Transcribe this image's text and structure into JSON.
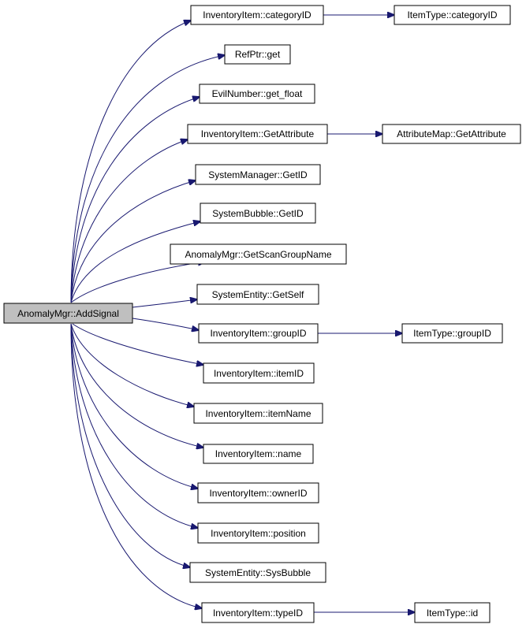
{
  "graph": {
    "root": {
      "id": "root",
      "label": "AnomalyMgr::AddSignal"
    },
    "nodes": [
      {
        "id": "n1",
        "label": "InventoryItem::categoryID"
      },
      {
        "id": "n2",
        "label": "ItemType::categoryID"
      },
      {
        "id": "n3",
        "label": "RefPtr::get"
      },
      {
        "id": "n4",
        "label": "EvilNumber::get_float"
      },
      {
        "id": "n5",
        "label": "InventoryItem::GetAttribute"
      },
      {
        "id": "n6",
        "label": "AttributeMap::GetAttribute"
      },
      {
        "id": "n7",
        "label": "SystemManager::GetID"
      },
      {
        "id": "n8",
        "label": "SystemBubble::GetID"
      },
      {
        "id": "n9",
        "label": "AnomalyMgr::GetScanGroupName"
      },
      {
        "id": "n10",
        "label": "SystemEntity::GetSelf"
      },
      {
        "id": "n11",
        "label": "InventoryItem::groupID"
      },
      {
        "id": "n12",
        "label": "ItemType::groupID"
      },
      {
        "id": "n13",
        "label": "InventoryItem::itemID"
      },
      {
        "id": "n14",
        "label": "InventoryItem::itemName"
      },
      {
        "id": "n15",
        "label": "InventoryItem::name"
      },
      {
        "id": "n16",
        "label": "InventoryItem::ownerID"
      },
      {
        "id": "n17",
        "label": "InventoryItem::position"
      },
      {
        "id": "n18",
        "label": "SystemEntity::SysBubble"
      },
      {
        "id": "n19",
        "label": "InventoryItem::typeID"
      },
      {
        "id": "n20",
        "label": "ItemType::id"
      }
    ],
    "edges": [
      {
        "from": "root",
        "to": "n1"
      },
      {
        "from": "root",
        "to": "n3"
      },
      {
        "from": "root",
        "to": "n4"
      },
      {
        "from": "root",
        "to": "n5"
      },
      {
        "from": "root",
        "to": "n7"
      },
      {
        "from": "root",
        "to": "n8"
      },
      {
        "from": "root",
        "to": "n9"
      },
      {
        "from": "root",
        "to": "n10"
      },
      {
        "from": "root",
        "to": "n11"
      },
      {
        "from": "root",
        "to": "n13"
      },
      {
        "from": "root",
        "to": "n14"
      },
      {
        "from": "root",
        "to": "n15"
      },
      {
        "from": "root",
        "to": "n16"
      },
      {
        "from": "root",
        "to": "n17"
      },
      {
        "from": "root",
        "to": "n18"
      },
      {
        "from": "root",
        "to": "n19"
      },
      {
        "from": "n1",
        "to": "n2"
      },
      {
        "from": "n5",
        "to": "n6"
      },
      {
        "from": "n11",
        "to": "n12"
      },
      {
        "from": "n19",
        "to": "n20"
      }
    ],
    "colors": {
      "edge": "#191970",
      "root_fill": "#bfbfbf",
      "node_fill": "#ffffff",
      "border": "#000000"
    }
  }
}
